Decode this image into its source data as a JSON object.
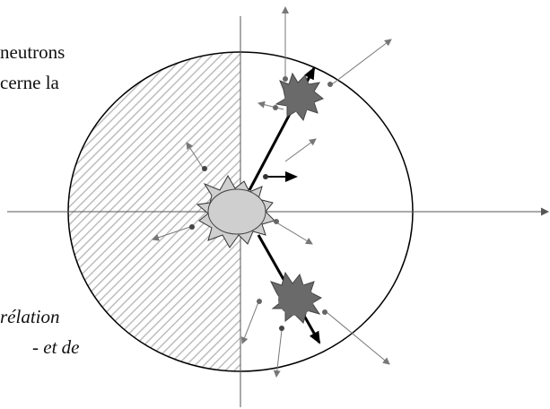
{
  "text_fragments": {
    "top_line_1": "neutrons",
    "top_line_2": "cerne la",
    "bottom_line_1": "rélation",
    "bottom_line_2": "- et de"
  },
  "colors": {
    "outline": "#000000",
    "axis": "#555555",
    "hatch": "#bdbdbd",
    "nucleus_light": "#cfcfcf",
    "fragment_dark": "#6a6a6a",
    "particle": "#666666",
    "thin_arrow": "#777777"
  }
}
